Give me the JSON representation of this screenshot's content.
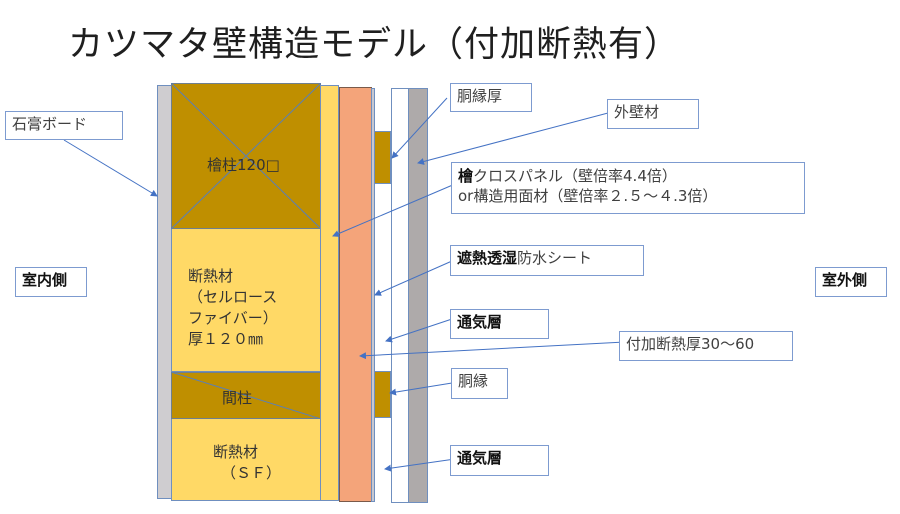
{
  "title": "カツマタ壁構造モデル（付加断熱有）",
  "colors": {
    "gypsum": "#cfcdd0",
    "column": "#bf8f00",
    "insulation": "#ffd966",
    "added_insulation": "#f4a47a",
    "exterior_wall": "#aeaaaa",
    "ventilation": "#ffffff",
    "callout_border": "#7d9bd0",
    "leader_line": "#4472c4"
  },
  "layers": {
    "column_label": "檜柱120□",
    "insulation_label_lines": [
      "断熱材",
      "（セルロース",
      "ファイバー）",
      "厚１２０㎜"
    ],
    "stud_label": "間柱",
    "sf_label_lines": [
      "断熱材",
      "（ＳＦ）"
    ]
  },
  "callouts": {
    "gypsum_board": "石膏ボード",
    "furring_thickness": "胴縁厚",
    "exterior_wall": "外壁材",
    "panel_bold": "檜",
    "panel_line1": "クロスパネル（壁倍率4.4倍）",
    "panel_line2": "or構造用面材（壁倍率２.５～４.3倍）",
    "sheet_bold": "遮熱透湿",
    "sheet_rest": "防水シート",
    "ventilation_upper": "通気層",
    "added_insulation": "付加断熱厚30〜60",
    "furring": "胴縁",
    "ventilation_lower": "通気層",
    "indoor": "室内側",
    "outdoor": "室外側"
  }
}
